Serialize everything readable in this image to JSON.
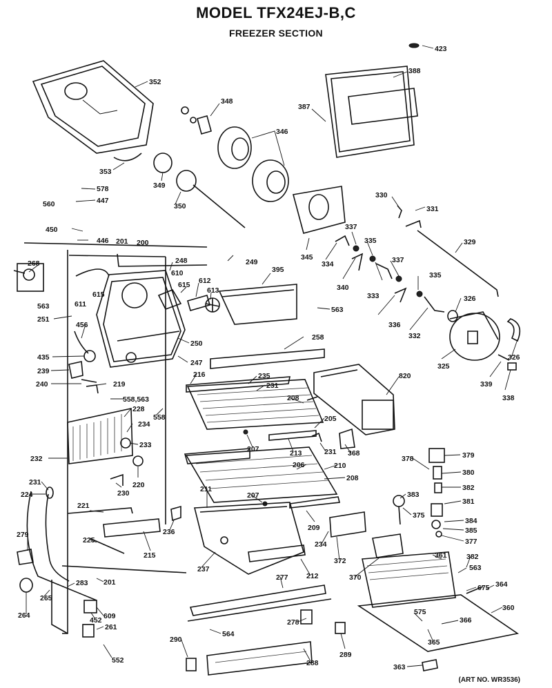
{
  "header": {
    "model_title": "MODEL TFX24EJ-B,C",
    "section_title": "FREEZER SECTION"
  },
  "footer": {
    "art_number": "(ART NO. WR3536)"
  },
  "callouts": [
    {
      "id": "c423",
      "text": "423"
    },
    {
      "id": "c352",
      "text": "352"
    },
    {
      "id": "c388",
      "text": "388"
    },
    {
      "id": "c348",
      "text": "348"
    },
    {
      "id": "c387",
      "text": "387"
    },
    {
      "id": "c346",
      "text": "346"
    },
    {
      "id": "c353",
      "text": "353"
    },
    {
      "id": "c349",
      "text": "349"
    },
    {
      "id": "c578",
      "text": "578"
    },
    {
      "id": "c447",
      "text": "447"
    },
    {
      "id": "c560",
      "text": "560"
    },
    {
      "id": "c350",
      "text": "350"
    },
    {
      "id": "c330",
      "text": "330"
    },
    {
      "id": "c331",
      "text": "331"
    },
    {
      "id": "c450",
      "text": "450"
    },
    {
      "id": "c446",
      "text": "446"
    },
    {
      "id": "c201a",
      "text": "201"
    },
    {
      "id": "c200",
      "text": "200"
    },
    {
      "id": "c337a",
      "text": "337"
    },
    {
      "id": "c345",
      "text": "345"
    },
    {
      "id": "c329",
      "text": "329"
    },
    {
      "id": "c335a",
      "text": "335"
    },
    {
      "id": "c249",
      "text": "249"
    },
    {
      "id": "c334",
      "text": "334"
    },
    {
      "id": "c268",
      "text": "268"
    },
    {
      "id": "c248",
      "text": "248"
    },
    {
      "id": "c395",
      "text": "395"
    },
    {
      "id": "c337b",
      "text": "337"
    },
    {
      "id": "c610",
      "text": "610"
    },
    {
      "id": "c340",
      "text": "340"
    },
    {
      "id": "c333",
      "text": "333"
    },
    {
      "id": "c335b",
      "text": "335"
    },
    {
      "id": "c612",
      "text": "612"
    },
    {
      "id": "c615a",
      "text": "615"
    },
    {
      "id": "c615b",
      "text": "615"
    },
    {
      "id": "c613",
      "text": "613"
    },
    {
      "id": "c611",
      "text": "611"
    },
    {
      "id": "c563a",
      "text": "563"
    },
    {
      "id": "c563b",
      "text": "563"
    },
    {
      "id": "c326a",
      "text": "326"
    },
    {
      "id": "c336",
      "text": "336"
    },
    {
      "id": "c332",
      "text": "332"
    },
    {
      "id": "c251",
      "text": "251"
    },
    {
      "id": "c456",
      "text": "456"
    },
    {
      "id": "c250",
      "text": "250"
    },
    {
      "id": "c258",
      "text": "258"
    },
    {
      "id": "c325",
      "text": "325"
    },
    {
      "id": "c326b",
      "text": "326"
    },
    {
      "id": "c435",
      "text": "435"
    },
    {
      "id": "c247",
      "text": "247"
    },
    {
      "id": "c339",
      "text": "339"
    },
    {
      "id": "c338",
      "text": "338"
    },
    {
      "id": "c239",
      "text": "239"
    },
    {
      "id": "c216",
      "text": "216"
    },
    {
      "id": "c235",
      "text": "235"
    },
    {
      "id": "c820",
      "text": "820"
    },
    {
      "id": "c240",
      "text": "240"
    },
    {
      "id": "c219",
      "text": "219"
    },
    {
      "id": "c231a",
      "text": "231"
    },
    {
      "id": "c208a",
      "text": "208"
    },
    {
      "id": "c558_563",
      "text": "558,563"
    },
    {
      "id": "c228",
      "text": "228"
    },
    {
      "id": "c558",
      "text": "558"
    },
    {
      "id": "c234",
      "text": "234"
    },
    {
      "id": "c205",
      "text": "205"
    },
    {
      "id": "c233",
      "text": "233"
    },
    {
      "id": "c207a",
      "text": "207"
    },
    {
      "id": "c213",
      "text": "213"
    },
    {
      "id": "c231b",
      "text": "231"
    },
    {
      "id": "c368",
      "text": "368"
    },
    {
      "id": "c378",
      "text": "378"
    },
    {
      "id": "c379",
      "text": "379"
    },
    {
      "id": "c232",
      "text": "232"
    },
    {
      "id": "c210",
      "text": "210"
    },
    {
      "id": "c206",
      "text": "206"
    },
    {
      "id": "c380",
      "text": "380"
    },
    {
      "id": "c231c",
      "text": "231"
    },
    {
      "id": "c220",
      "text": "220"
    },
    {
      "id": "c208b",
      "text": "208"
    },
    {
      "id": "c382a",
      "text": "382"
    },
    {
      "id": "c224",
      "text": "224"
    },
    {
      "id": "c230",
      "text": "230"
    },
    {
      "id": "c211",
      "text": "211"
    },
    {
      "id": "c207b",
      "text": "207"
    },
    {
      "id": "c383",
      "text": "383"
    },
    {
      "id": "c381",
      "text": "381"
    },
    {
      "id": "c221",
      "text": "221"
    },
    {
      "id": "c375",
      "text": "375"
    },
    {
      "id": "c384",
      "text": "384"
    },
    {
      "id": "c209",
      "text": "209"
    },
    {
      "id": "c385",
      "text": "385"
    },
    {
      "id": "c377",
      "text": "377"
    },
    {
      "id": "c279",
      "text": "279"
    },
    {
      "id": "c236",
      "text": "236"
    },
    {
      "id": "c225",
      "text": "225"
    },
    {
      "id": "c234b",
      "text": "234"
    },
    {
      "id": "c372",
      "text": "372"
    },
    {
      "id": "c215",
      "text": "215"
    },
    {
      "id": "c361",
      "text": "361"
    },
    {
      "id": "c382b",
      "text": "382"
    },
    {
      "id": "c237",
      "text": "237"
    },
    {
      "id": "c563c",
      "text": "563"
    },
    {
      "id": "c277",
      "text": "277"
    },
    {
      "id": "c212",
      "text": "212"
    },
    {
      "id": "c370",
      "text": "370"
    },
    {
      "id": "c201b",
      "text": "201"
    },
    {
      "id": "c283",
      "text": "283"
    },
    {
      "id": "c675",
      "text": "675"
    },
    {
      "id": "c364",
      "text": "364"
    },
    {
      "id": "c265",
      "text": "265"
    },
    {
      "id": "c360",
      "text": "360"
    },
    {
      "id": "c264",
      "text": "264"
    },
    {
      "id": "c452",
      "text": "452"
    },
    {
      "id": "c609",
      "text": "609"
    },
    {
      "id": "c575",
      "text": "575"
    },
    {
      "id": "c278",
      "text": "278"
    },
    {
      "id": "c366",
      "text": "366"
    },
    {
      "id": "c261",
      "text": "261"
    },
    {
      "id": "c564",
      "text": "564"
    },
    {
      "id": "c365",
      "text": "365"
    },
    {
      "id": "c290",
      "text": "290"
    },
    {
      "id": "c289",
      "text": "289"
    },
    {
      "id": "c552",
      "text": "552"
    },
    {
      "id": "c288",
      "text": "288"
    },
    {
      "id": "c363",
      "text": "363"
    }
  ]
}
